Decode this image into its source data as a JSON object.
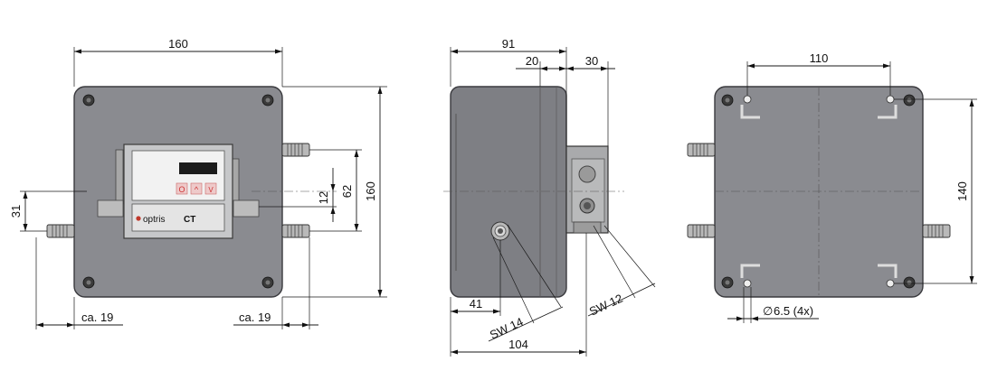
{
  "brand": {
    "logo_text": "optris",
    "model": "CT"
  },
  "display_buttons": [
    "O",
    "^",
    "V"
  ],
  "dimensions": {
    "front": {
      "width_top": "160",
      "height_right": "160",
      "gland_spacing": "62",
      "offset_12": "12",
      "offset_left_31": "31",
      "left_protrusion": "ca. 19",
      "right_protrusion": "ca. 19"
    },
    "side": {
      "depth": "91",
      "lid_offset": "20",
      "head_depth": "30",
      "gland_position": "41",
      "overall_depth": "104",
      "wrench_left": "SW 14",
      "wrench_right": "SW 12"
    },
    "back": {
      "hole_spacing_h": "110",
      "hole_spacing_v": "140",
      "hole_diameter": "6.5 (4x)",
      "diameter_symbol": "∅"
    }
  }
}
